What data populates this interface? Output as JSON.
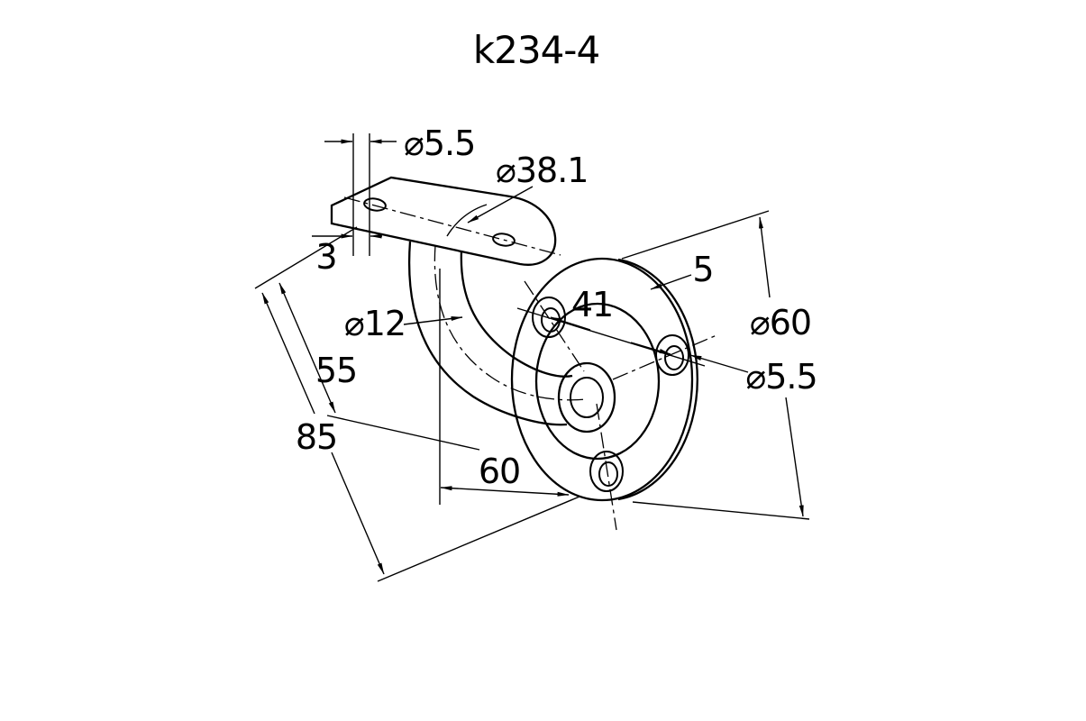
{
  "title": "k234-4",
  "colors": {
    "background": "#ffffff",
    "line": "#000000"
  },
  "drawing": {
    "name": "handrail-bracket",
    "dimensions": {
      "saddle_slot_diameter": "⌀5.5",
      "handrail_diameter": "⌀38.1",
      "saddle_plate_thickness": "3",
      "arm_diameter": "⌀12",
      "rail_center_height": "55",
      "overall_height": "85",
      "wall_offset": "60",
      "hole_spacing": "41",
      "flange_thickness": "5",
      "flange_diameter": "⌀60",
      "flange_hole_diameter": "⌀5.5"
    }
  }
}
